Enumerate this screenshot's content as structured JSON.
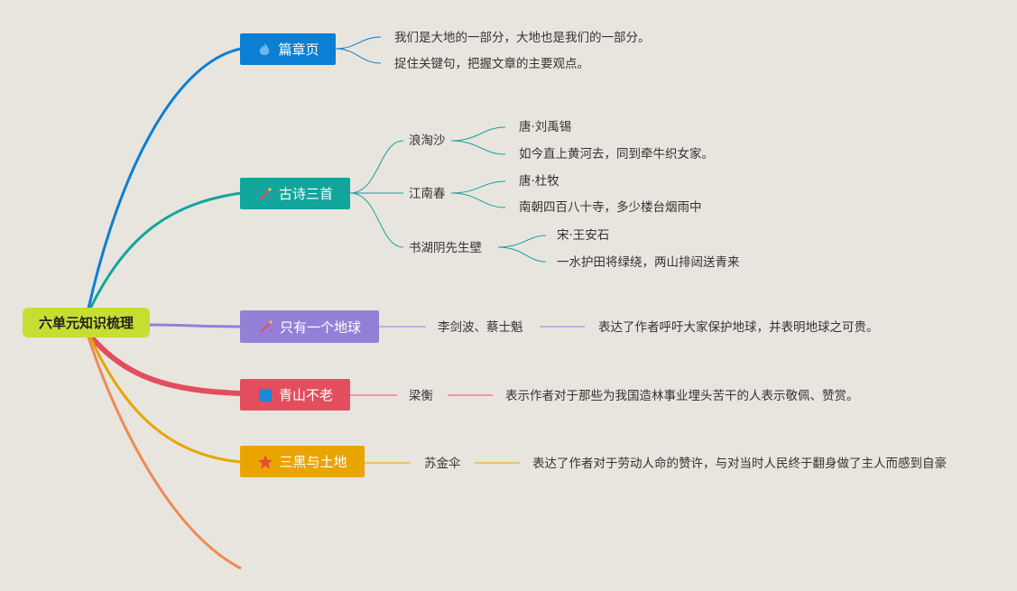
{
  "root": "六单元知识梳理",
  "colors": {
    "background": "#e8e5de",
    "root": "#c7dd32",
    "b1": "#0b7fd4",
    "b2": "#12a59c",
    "b3": "#9380d6",
    "b4": "#e34e5e",
    "b5": "#e9a400",
    "b6": "#ee8a55"
  },
  "branches": {
    "b1": {
      "label": "篇章页",
      "icon": "flame-icon",
      "children": [
        "我们是大地的一部分，大地也是我们的一部分。",
        "捉住关键句，把握文章的主要观点。"
      ]
    },
    "b2": {
      "label": "古诗三首",
      "icon": "sparkle-wand-icon",
      "poems": [
        {
          "title": "浪淘沙",
          "author": "唐·刘禹锡",
          "line": "如今直上黄河去，同到牵牛织女家。"
        },
        {
          "title": "江南春",
          "author": "唐·杜牧",
          "line": "南朝四百八十寺，多少楼台烟雨中"
        },
        {
          "title": "书湖阴先生壁",
          "author": "宋·王安石",
          "line": "一水护田将绿绕，两山排闼送青来"
        }
      ]
    },
    "b3": {
      "label": "只有一个地球",
      "icon": "sparkle-wand-icon",
      "author": "李剑波、蔡士魁",
      "summary": "表达了作者呼吁大家保护地球，并表明地球之可贵。"
    },
    "b4": {
      "label": "青山不老",
      "icon": "blue-square-icon",
      "author": "梁衡",
      "summary": "表示作者对于那些为我国造林事业埋头苦干的人表示敬佩、赞赏。"
    },
    "b5": {
      "label": "三黑与土地",
      "icon": "star-icon",
      "author": "苏金伞",
      "summary": "表达了作者对于劳动人命的赞许，与对当时人民终于翻身做了主人而感到自豪"
    }
  }
}
